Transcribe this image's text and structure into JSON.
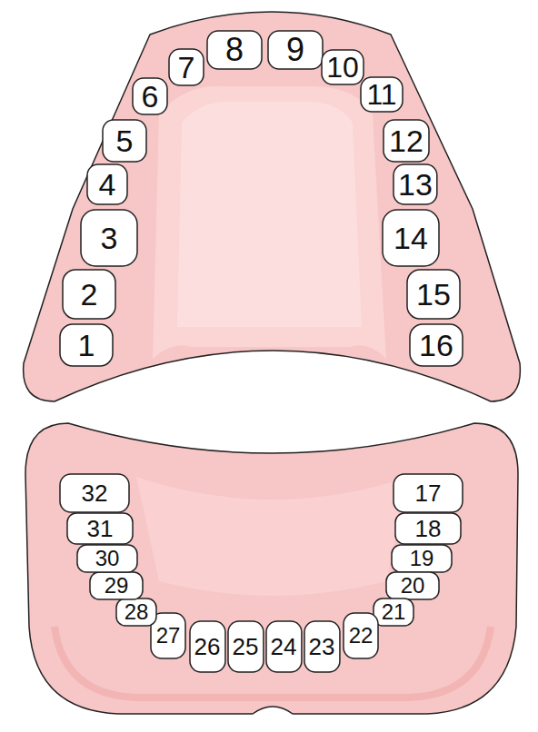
{
  "diagram": {
    "nodes": [
      {
        "text": [
          "1"
        ]
      },
      {
        "text": [
          "2"
        ]
      },
      {
        "text": [
          "3"
        ]
      },
      {
        "text": [
          "4"
        ]
      },
      {
        "text": [
          "5"
        ]
      },
      {
        "text": [
          "6"
        ]
      },
      {
        "text": [
          "7"
        ]
      },
      {
        "text": [
          "8"
        ]
      },
      {
        "text": [
          "9"
        ]
      },
      {
        "text": [
          "10"
        ]
      },
      {
        "text": [
          "11"
        ]
      },
      {
        "text": [
          "12"
        ]
      },
      {
        "text": [
          "13"
        ]
      },
      {
        "text": [
          "14"
        ]
      },
      {
        "text": [
          "15"
        ]
      },
      {
        "text": [
          "16"
        ]
      },
      {
        "text": [
          "17"
        ]
      },
      {
        "text": [
          "18"
        ]
      },
      {
        "text": [
          "19"
        ]
      },
      {
        "text": [
          "20"
        ]
      },
      {
        "text": [
          "21"
        ]
      },
      {
        "text": [
          "22"
        ]
      },
      {
        "text": [
          "23"
        ]
      },
      {
        "text": [
          "24"
        ]
      },
      {
        "text": [
          "25"
        ]
      },
      {
        "text": [
          "26"
        ]
      },
      {
        "text": [
          "27"
        ]
      },
      {
        "text": [
          "28"
        ]
      },
      {
        "text": [
          "29"
        ]
      },
      {
        "text": [
          "30"
        ]
      },
      {
        "text": [
          "31"
        ]
      },
      {
        "text": [
          "32"
        ]
      }
    ]
  }
}
